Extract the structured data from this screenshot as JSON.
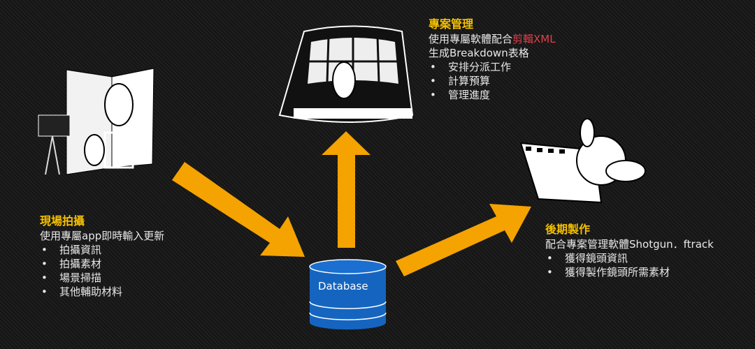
{
  "shooting": {
    "title": "現場拍攝",
    "subtitle": "使用專屬app即時輸入更新",
    "bullets": [
      "拍攝資訊",
      "拍攝素材",
      "場景掃描",
      "其他輔助材料"
    ]
  },
  "project": {
    "title": "專案管理",
    "line1_prefix": "使用專屬軟體配合",
    "line1_highlight": "剪輯XML",
    "line2": "生成Breakdown表格",
    "bullets": [
      "安排分派工作",
      "計算預算",
      "管理進度"
    ]
  },
  "post": {
    "title": "後期製作",
    "subtitle": "配合專案管理軟體Shotgun．ftrack",
    "bullets": [
      "獲得鏡頭資訊",
      "獲得製作鏡頭所需素材"
    ]
  },
  "database": {
    "label": "Database"
  },
  "colors": {
    "arrow": "#f5a300",
    "title": "#f5c000",
    "highlight": "#e0404a",
    "db": "#1565c0"
  }
}
